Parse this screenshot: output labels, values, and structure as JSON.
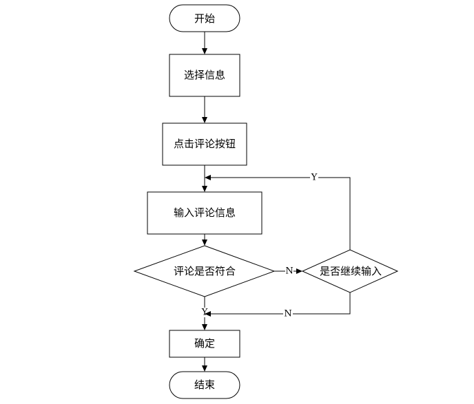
{
  "flowchart": {
    "nodes": {
      "start": "开始",
      "select_info": "选择信息",
      "click_comment_button": "点击评论按钮",
      "input_comment_info": "输入评论信息",
      "comment_valid": "评论是否符合",
      "continue_input": "是否继续输入",
      "confirm": "确定",
      "end": "结束"
    },
    "edge_labels": {
      "valid_no": "N",
      "valid_yes": "Y",
      "continue_yes": "Y",
      "continue_no": "N"
    }
  }
}
